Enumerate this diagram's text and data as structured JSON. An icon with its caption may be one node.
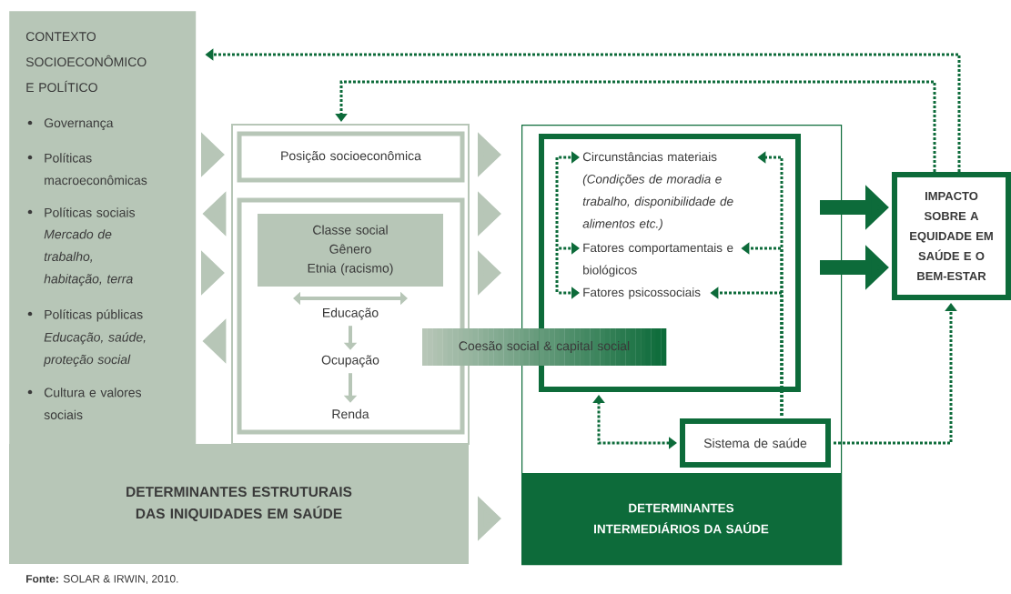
{
  "diagram": {
    "caption": "**Fonte:** SOLAR & IRWIN, 2010.",
    "nodes": [
      {
        "text": [
          "CONTEXTO SOCIOECONÔMICO E POLÍTICO",
          "Governança",
          "Políticas macroeconômicas",
          "Políticas sociais",
          "Mercado de trabalho, habitação, terra",
          "Políticas públicas",
          "Educação, saúde, proteção social",
          "Cultura e valores sociais"
        ]
      },
      {
        "text": [
          "DETERMINANTES ESTRUTURAIS DAS INIQUIDADES EM SAÚDE"
        ]
      },
      {
        "text": [],
        "shape": "box"
      },
      {
        "text": [
          "Posição socioeconômica"
        ],
        "in": 2
      },
      {
        "text": [],
        "shape": "box",
        "in": 2
      },
      {
        "text": [
          "Classe social",
          "Gênero",
          "Etnia (racismo)"
        ],
        "in": 4
      },
      {
        "text": [
          "Educação"
        ],
        "in": 4
      },
      {
        "text": [
          "Ocupação"
        ],
        "in": 4
      },
      {
        "text": [
          "Renda"
        ],
        "in": 4
      },
      {
        "text": [
          "Coesão social & capital social"
        ]
      },
      {
        "text": [
          "DETERMINANTES INTERMEDIÁRIOS DA SAÚDE"
        ]
      },
      {
        "text": [],
        "shape": "box",
        "in": 10
      },
      {
        "text": [
          "Circunstâncias materiais",
          "(Condições de moradia e trabalho, disponibilidade de alimentos etc.)"
        ],
        "in": 11
      },
      {
        "text": [
          "Fatores comportamentais e biológicos"
        ],
        "in": 11
      },
      {
        "text": [
          "Fatores psicossociais"
        ],
        "in": 11
      },
      {
        "text": [
          "Sistema de saúde"
        ],
        "in": 10
      },
      {
        "text": [
          "IMPACTO SOBRE A EQUIDADE EM SAÚDE E O BEM-ESTAR"
        ]
      },
      {
        "text": [],
        "shape": "bar",
        "in": 11
      }
    ],
    "edges": [
      {
        "from": 16,
        "to": 0,
        "arrow": "to",
        "style": "dashed",
        "color": "#0d6b3a"
      },
      {
        "from": 16,
        "to": 2,
        "arrow": "to",
        "style": "dashed",
        "color": "#0d6b3a"
      },
      {
        "from": 15,
        "to": 16,
        "arrow": "to",
        "style": "dashed",
        "color": "#0d6b3a"
      },
      {
        "from": 15,
        "to": 11,
        "arrow": "both",
        "style": "dashed",
        "color": "#0d6b3a"
      },
      {
        "from": 15,
        "to": 12,
        "arrow": "to",
        "style": "dashed",
        "color": "#0d6b3a"
      },
      {
        "from": 15,
        "to": 13,
        "arrow": "to",
        "style": "dashed",
        "color": "#0d6b3a"
      },
      {
        "from": 15,
        "to": 14,
        "arrow": "to",
        "style": "dashed",
        "color": "#0d6b3a"
      },
      {
        "from": 11,
        "to": 16,
        "arrow": "to",
        "style": "thick",
        "color": "#0d6b3a"
      },
      {
        "from": 11,
        "to": 16,
        "arrow": "to",
        "style": "thick",
        "color": "#0d6b3a"
      },
      {
        "from": 0,
        "to": 2,
        "arrow": "to",
        "style": "thick",
        "color": "#b7c6b7"
      },
      {
        "from": 2,
        "to": 0,
        "arrow": "to",
        "style": "thick",
        "color": "#b7c6b7"
      },
      {
        "from": 0,
        "to": 2,
        "arrow": "to",
        "style": "thick",
        "color": "#b7c6b7"
      },
      {
        "from": 2,
        "to": 0,
        "arrow": "to",
        "style": "thick",
        "color": "#b7c6b7"
      },
      {
        "from": 2,
        "to": 10,
        "arrow": "to",
        "style": "thick",
        "color": "#b7c6b7"
      },
      {
        "from": 2,
        "to": 10,
        "arrow": "to",
        "style": "thick",
        "color": "#b7c6b7"
      },
      {
        "from": 2,
        "to": 10,
        "arrow": "to",
        "style": "thick",
        "color": "#b7c6b7"
      },
      {
        "from": 1,
        "to": 10,
        "arrow": "to",
        "style": "thick",
        "color": "#b7c6b7"
      },
      {
        "from": 6,
        "to": 7,
        "arrow": "to",
        "color": "#b7c6b7"
      },
      {
        "from": 7,
        "to": 8,
        "arrow": "to",
        "color": "#b7c6b7"
      },
      {
        "from": 17,
        "to": 12,
        "arrow": "to",
        "style": "dashed",
        "color": "#0d6b3a"
      },
      {
        "from": 17,
        "to": 13,
        "arrow": "to",
        "style": "dashed",
        "color": "#0d6b3a"
      },
      {
        "from": 17,
        "to": 14,
        "arrow": "to",
        "style": "dashed",
        "color": "#0d6b3a"
      }
    ]
  }
}
